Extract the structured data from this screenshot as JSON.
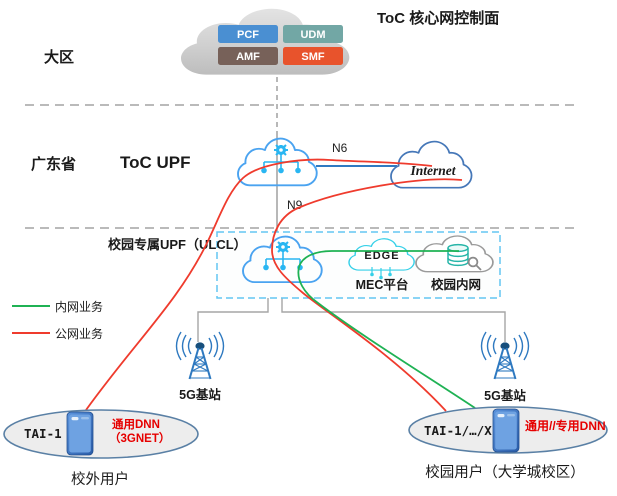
{
  "header": {
    "title": "ToC 核心网控制面"
  },
  "zones": {
    "zone1": "大区",
    "zone2": "广东省"
  },
  "core_cloud": {
    "components": [
      {
        "name": "PCF",
        "color": "#4a8fd2"
      },
      {
        "name": "UDM",
        "color": "#72a7a5"
      },
      {
        "name": "AMF",
        "color": "#776159"
      },
      {
        "name": "SMF",
        "color": "#e8532c"
      }
    ]
  },
  "toc_upf": {
    "label": "ToC UPF"
  },
  "internet": {
    "label": "Internet",
    "text_color": "#17969e"
  },
  "interfaces": {
    "n6": "N6",
    "n9": "N9"
  },
  "campus_zone": {
    "upf_label": "校园专属UPF（ULCL）",
    "edge_text": "EDGE",
    "edge_color": "#35d0e8",
    "mec_label": "MEC平台",
    "intranet_label": "校园内网"
  },
  "legend": {
    "intranet": {
      "label": "内网业务",
      "color": "#1fb254"
    },
    "public": {
      "label": "公网业务",
      "color": "#ef3b2d"
    }
  },
  "stations": {
    "left": "5G基站",
    "right": "5G基站"
  },
  "links": {
    "n6_color": "#2f7ac2"
  },
  "users": {
    "external": {
      "tai": "TAI-1",
      "dnn": "通用DNN",
      "dnn_sub": "（3GNET）",
      "caption": "校外用户"
    },
    "campus": {
      "tai": "TAI-1/…/X",
      "dnn": "通用//专用DNN",
      "caption": "校园用户（大学城校区）"
    }
  }
}
